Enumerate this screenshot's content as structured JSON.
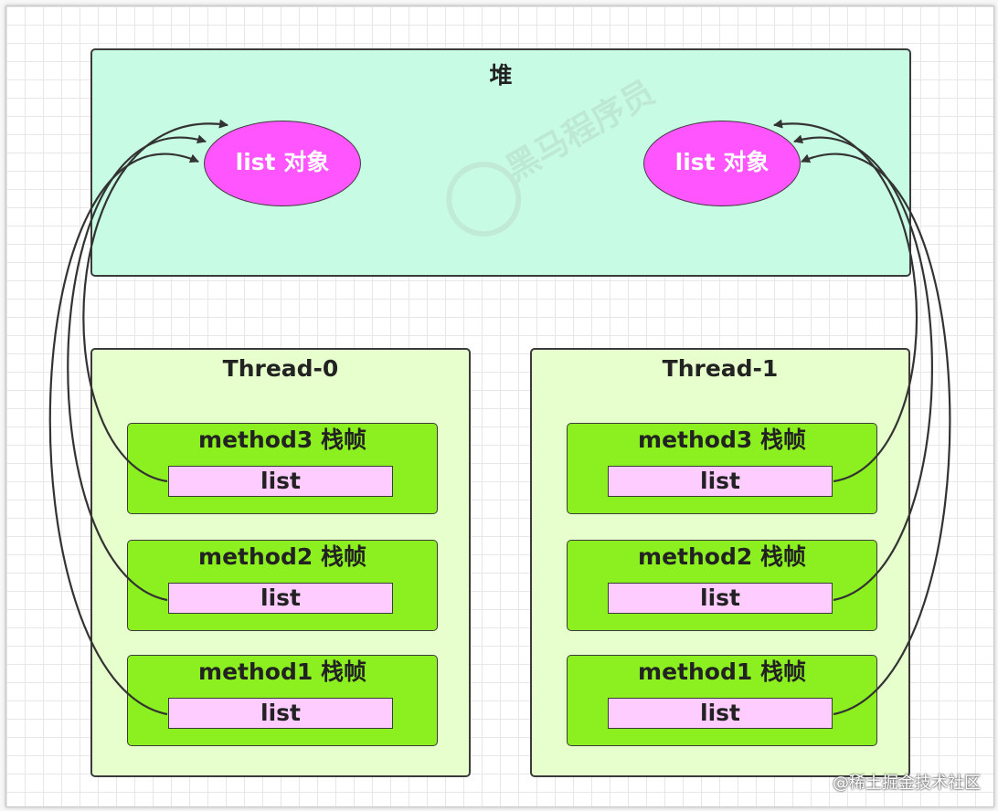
{
  "heap": {
    "title": "堆",
    "objects": [
      "list 对象",
      "list 对象"
    ]
  },
  "threads": [
    {
      "title": "Thread-0",
      "frames": [
        {
          "label": "method3 栈帧",
          "var": "list"
        },
        {
          "label": "method2 栈帧",
          "var": "list"
        },
        {
          "label": "method1 栈帧",
          "var": "list"
        }
      ]
    },
    {
      "title": "Thread-1",
      "frames": [
        {
          "label": "method3 栈帧",
          "var": "list"
        },
        {
          "label": "method2 栈帧",
          "var": "list"
        },
        {
          "label": "method1 栈帧",
          "var": "list"
        }
      ]
    }
  ],
  "watermark": "黑马程序员",
  "credit": "@稀土掘金技术社区",
  "colors": {
    "heap_bg": "#c8fbe3",
    "thread_bg": "#e6ffcc",
    "frame_bg": "#8cf020",
    "var_bg": "#ffccff",
    "object_bg": "#ff55ff",
    "arrow": "#333333"
  }
}
